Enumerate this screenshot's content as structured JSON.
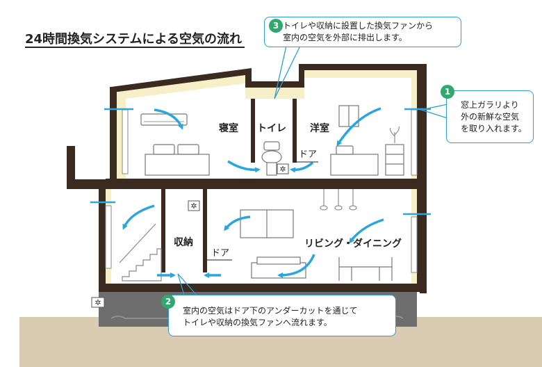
{
  "title": "24時間換気システムによる空気の流れ",
  "callouts": [
    {
      "number": "1",
      "lines": [
        "窓上ガラリより",
        "外の新鮮な空気",
        "を取り入れます。"
      ]
    },
    {
      "number": "2",
      "lines": [
        "室内の空気はドア下のアンダーカットを通じて",
        "トイレや収納の換気ファンへ流れます。"
      ]
    },
    {
      "number": "3",
      "lines": [
        "トイレや収納に設置した換気ファンから",
        "室内の空気を外部に排出します。"
      ]
    }
  ],
  "rooms": {
    "bedroom": "寝室",
    "toilet": "トイレ",
    "western_room": "洋室",
    "storage": "収納",
    "living_dining": "リビング・ダイニング"
  },
  "door_labels": {
    "upper": "ドア",
    "lower": "ドア"
  },
  "colors": {
    "arrow": "#2aa6dc",
    "wall": "#3a2a20",
    "insulation": "#f6efc8",
    "ground": "#d9ccb3",
    "badge": "#31a86d",
    "callout_border": "#2b9fd6"
  }
}
